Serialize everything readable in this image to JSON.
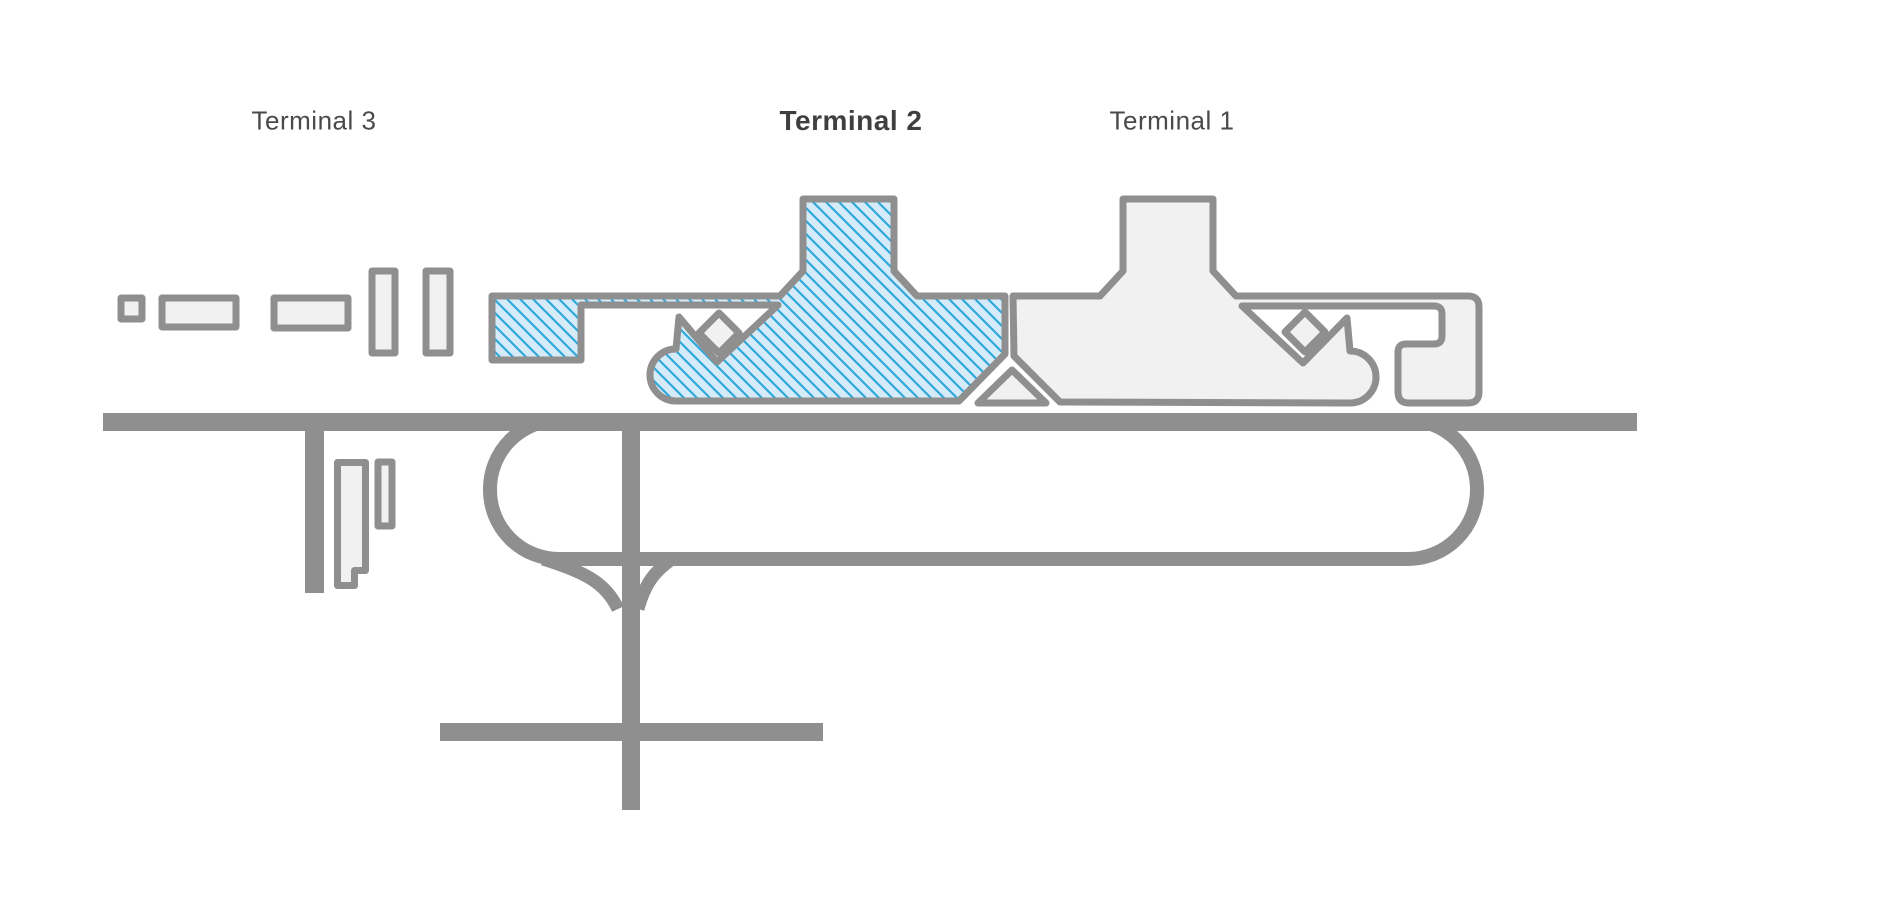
{
  "map": {
    "type": "airport-terminal-map",
    "selected_terminal": "Terminal 2",
    "terminals": [
      {
        "id": "terminal-3",
        "label": "Terminal 3",
        "highlighted": false
      },
      {
        "id": "terminal-2",
        "label": "Terminal 2",
        "highlighted": true
      },
      {
        "id": "terminal-1",
        "label": "Terminal 1",
        "highlighted": false
      }
    ],
    "colors": {
      "highlight_fill": "#D5EBF8",
      "highlight_hatch": "#2FA8DC",
      "building_fill": "#F1F1F1",
      "building_stroke": "#8F8F8F",
      "road": "#8F8F8F",
      "label_text": "#4A4A4A",
      "label_text_bold": "#3F3F3F",
      "page_bg": "#FFFFFF"
    }
  }
}
